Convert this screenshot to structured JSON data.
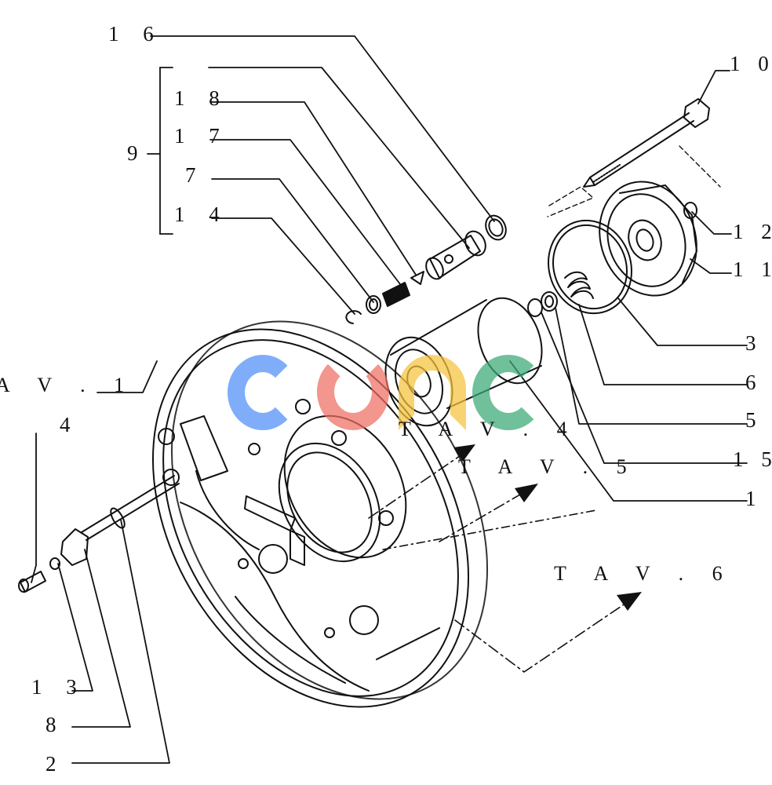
{
  "labels": {
    "l16": "1 6",
    "l18": "1 8",
    "l17": "1 7",
    "l7": "7",
    "l14": "1 4",
    "l9": "9",
    "l10": "1 0",
    "l12": "1 2",
    "l11": "1 1",
    "l3": "3",
    "l6": "6",
    "l5": "5",
    "l15": "1 5",
    "l1": "1",
    "l4": "4",
    "l13": "1 3",
    "l8": "8",
    "l2": "2"
  },
  "refs": {
    "tav1": "A V . 1",
    "tav4": "T A V . 4",
    "tav5": "T A V . 5",
    "tav6": "T A V . 6"
  },
  "watermark": {
    "colors": {
      "c1": "#4f8ef7",
      "g": "#ee6e63",
      "n": "#f6c33c",
      "c2": "#3aa876"
    }
  }
}
